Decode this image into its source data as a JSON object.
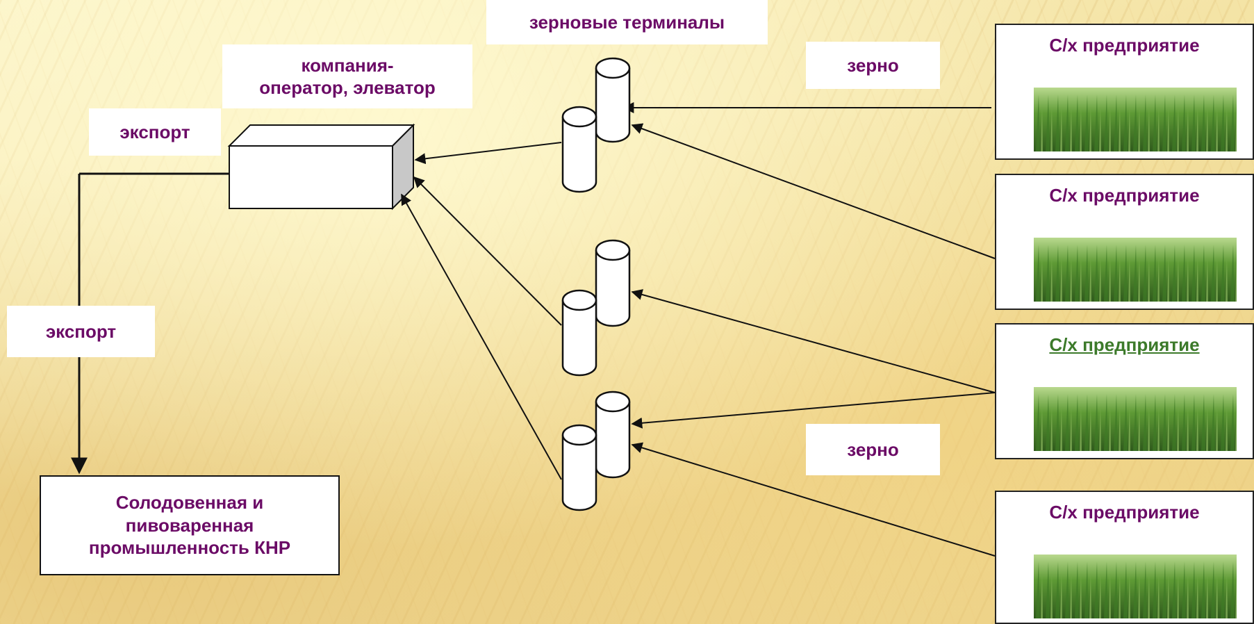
{
  "labels": {
    "terminals": "зерновые терминалы",
    "operator": "компания-\nоператор, элеватор",
    "export_top": "экспорт",
    "export_left": "экспорт",
    "grain_top": "зерно",
    "grain_bottom": "зерно"
  },
  "producer": "Солодовенная и\nпивоваренная\nпромышленность КНР",
  "farms": [
    {
      "title": "С/х предприятие"
    },
    {
      "title": "С/х предприятие"
    },
    {
      "title": "С/х предприятие"
    },
    {
      "title": "С/х предприятие"
    }
  ],
  "colors": {
    "text": "#6b0b66",
    "link": "#3c7a2a",
    "lines": "#1a1a1a"
  }
}
